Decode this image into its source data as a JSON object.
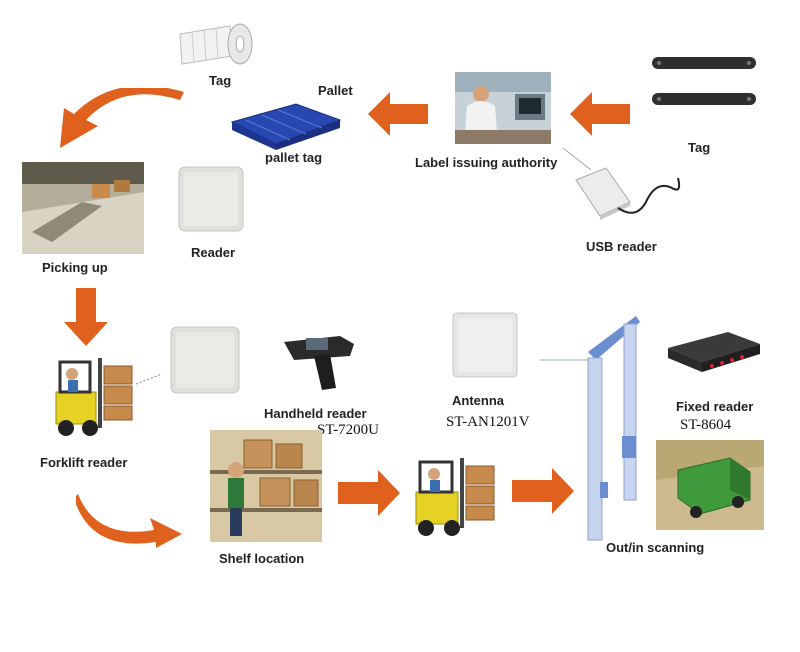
{
  "labels": {
    "tag_top": "Tag",
    "pallet": "Pallet",
    "pallet_tag": "pallet tag",
    "label_authority": "Label issuing authority",
    "tag_right": "Tag",
    "usb_reader": "USB reader",
    "picking_up": "Picking up",
    "reader": "Reader",
    "forklift_reader": "Forklift reader",
    "handheld_reader": "Handheld reader",
    "handheld_model": "ST-7200U",
    "shelf_location": "Shelf location",
    "antenna": "Antenna",
    "antenna_model": "ST-AN1201V",
    "fixed_reader": "Fixed reader",
    "fixed_model": "ST-8604",
    "out_in_scanning": "Out/in scanning"
  },
  "colors": {
    "arrow": "#e0601e",
    "panel": "#e2e0dc",
    "pallet_blue": "#2748b0",
    "forklift": "#e6d222",
    "gate_blue": "#6a8ed0",
    "truck_green": "#3f9a3c"
  }
}
